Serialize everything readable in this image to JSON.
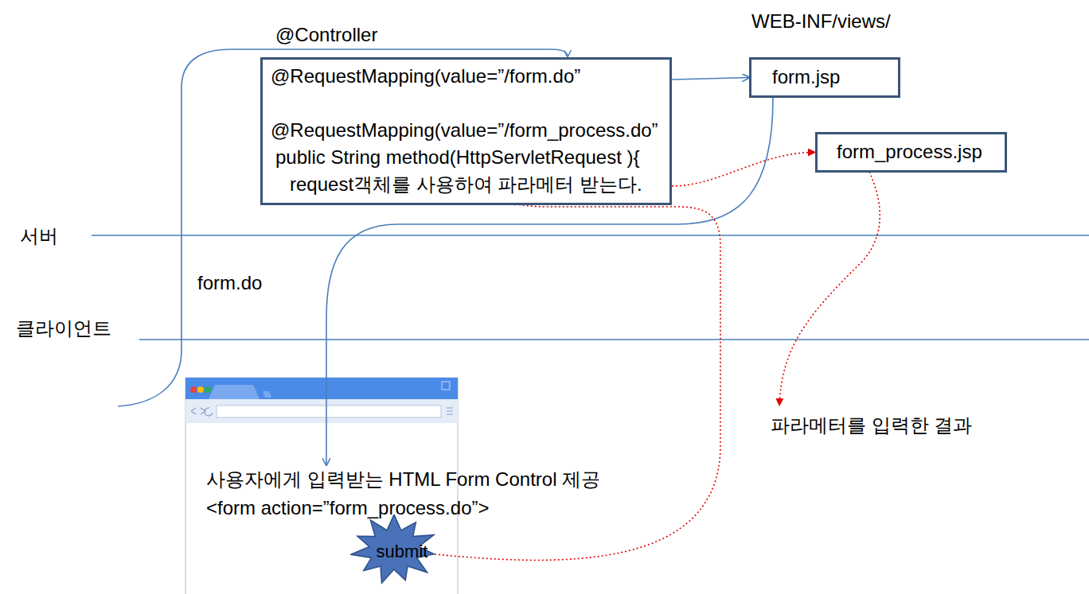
{
  "diagram": {
    "nodes": [
      {
        "text": [
          "@Controller",
          "@RequestMapping(value=”/form.do”",
          "@RequestMapping(value=”/form_process.do”",
          "public String method(HttpServletRequest ){",
          "request객체를 사용하여 파라메터 받는다."
        ]
      },
      {
        "text": [
          "form.jsp"
        ]
      },
      {
        "text": [
          "form_process.jsp"
        ]
      },
      {
        "text": [
          "사용자에게 입력받는 HTML Form Control 제공",
          "<form action=”form_process.do”>"
        ]
      },
      {
        "text": [
          "submit"
        ],
        "in": 3
      }
    ],
    "edges": [
      {
        "from": 0,
        "to": 1,
        "arrow": "to"
      },
      {
        "from": 1,
        "to": 3,
        "arrow": "to"
      },
      {
        "from": 4,
        "to": 0,
        "arrow": "to"
      },
      {
        "from": 0,
        "to": 2,
        "arrow": "to"
      }
    ],
    "labels": [
      "WEB-INF/views/",
      "서버",
      "form.do",
      "클라이언트",
      "파라메터를 입력한 결과"
    ]
  }
}
